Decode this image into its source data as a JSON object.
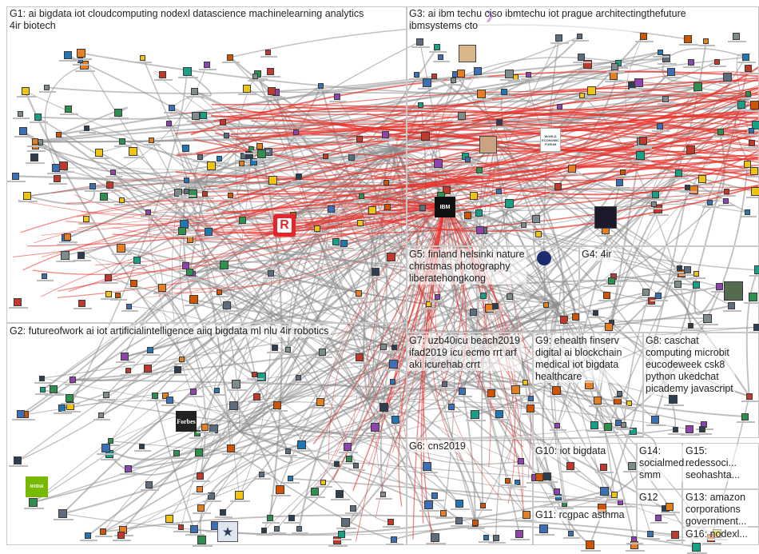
{
  "groups": [
    {
      "id": "G1",
      "label": "G1: ai bigdata iot cloudcomputing nodexl datascience machinelearning analytics\n4ir biotech"
    },
    {
      "id": "G2",
      "label": "G2: futureofwork ai iot artificialintelligence aiiq bigdata ml nlu 4ir robotics"
    },
    {
      "id": "G3",
      "label": "G3: ai ibm techu ciso ibmtechu iot prague architectingthefuture\nibmsystems cto"
    },
    {
      "id": "G4",
      "label": "G4: 4ir"
    },
    {
      "id": "G5",
      "label": "G5: finland helsinki nature\nchristmas photography\nliberatehongkong"
    },
    {
      "id": "G6",
      "label": "G6: cns2019"
    },
    {
      "id": "G7",
      "label": "G7: uzb40icu beach2019\nifad2019 icu ecmo rrt arf\naki icurehab crrt"
    },
    {
      "id": "G8",
      "label": "G8: caschat\ncomputing microbit\neucodeweek csk8\npython ukedchat\npicademy javascript"
    },
    {
      "id": "G9",
      "label": "G9: ehealth finserv\ndigital ai blockchain\nmedical iot bigdata\nhealthcare"
    },
    {
      "id": "G10",
      "label": "G10: iot bigdata"
    },
    {
      "id": "G11",
      "label": "G11: rcgpac asthma"
    },
    {
      "id": "G12",
      "label": "G12"
    },
    {
      "id": "G13",
      "label": "G13: amazon\ncorporations\ngovernment..."
    },
    {
      "id": "G14",
      "label": "G14:\nsocialmed...\nsmm"
    },
    {
      "id": "G15",
      "label": "G15:\nredessoci...\nseohashta..."
    },
    {
      "id": "G16",
      "label": "G16: nodexl..."
    }
  ],
  "logos": {
    "ibm": "IBM",
    "forbes": "Forbes",
    "nvidia": "NVIDIA",
    "r_logo": "R",
    "world_economic_forum": "WORLD\nECONOMIC\nFORUM"
  },
  "colors": {
    "edge_gray": "#8c8c8c",
    "edge_red": "#e8302a",
    "box_border": "#c8c8c8",
    "background": "#ffffff"
  }
}
